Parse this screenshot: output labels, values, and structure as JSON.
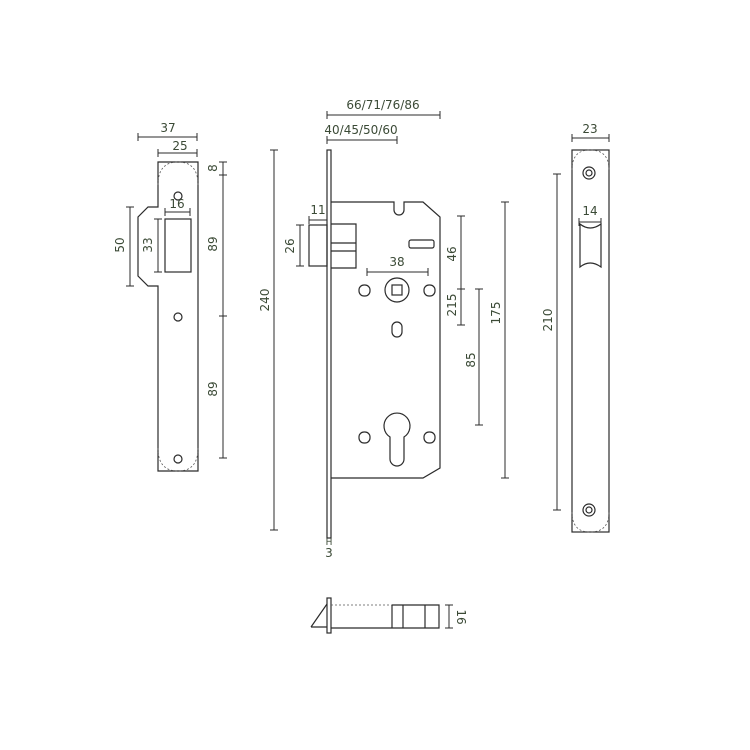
{
  "strike_plate": {
    "dims": {
      "width_total": "37",
      "width_plate": "25",
      "window_width": "16",
      "window_height": "33",
      "lip_height": "50",
      "top_offset": "8",
      "hole_spacing_upper": "89",
      "hole_spacing_lower": "89"
    }
  },
  "lock_body": {
    "dims": {
      "depth_total": "66/71/76/86",
      "backset": "40/45/50/60",
      "faceplate_height": "240",
      "latch_projection": "11",
      "latch_height": "26",
      "spindle_span": "38",
      "latch_to_spindle": "46",
      "spindle_offset": "215",
      "centre_distance": "85",
      "body_height": "175",
      "faceplate_thickness_mark": "H",
      "faceplate_thickness": "3"
    }
  },
  "faceplate": {
    "dims": {
      "width": "23",
      "latch_window": "14",
      "screw_spacing": "210"
    }
  },
  "top_view": {
    "dims": {
      "thickness": "16"
    }
  }
}
